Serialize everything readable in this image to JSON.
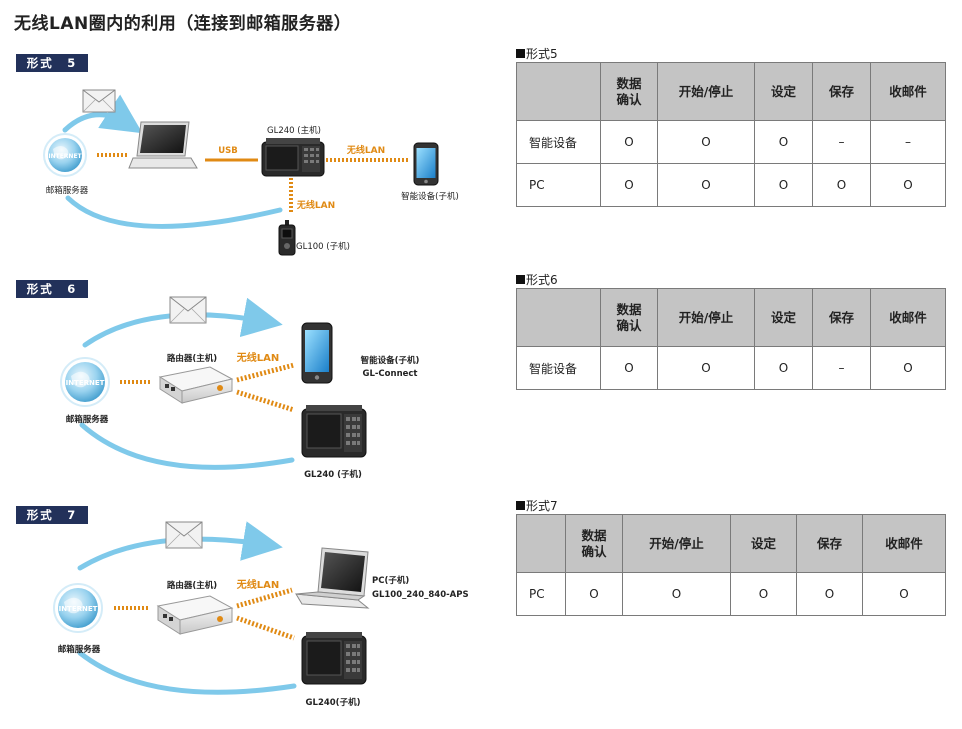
{
  "page_title": "无线LAN圈内的利用（连接到邮箱服务器）",
  "modes": [
    {
      "badge": "形式　5",
      "labels": {
        "mail_server": "邮箱服务器",
        "internet": "INTERNET",
        "usb": "USB",
        "host": "GL240 (主机)",
        "wlan_top": "无线LAN",
        "wlan_bottom": "无线LAN",
        "smart_device": "智能设备(子机)",
        "gl100": "GL100 (子机)"
      }
    },
    {
      "badge": "形式　6",
      "labels": {
        "mail_server": "邮箱服务器",
        "internet": "INTERNET",
        "router": "路由器(主机)",
        "wlan": "无线LAN",
        "smart_device": "智能设备(子机)",
        "smart_device_app": "GL-Connect",
        "gl240": "GL240 (子机)"
      }
    },
    {
      "badge": "形式　7",
      "labels": {
        "mail_server": "邮箱服务器",
        "internet": "INTERNET",
        "router": "路由器(主机)",
        "wlan": "无线LAN",
        "pc": "PC(子机)",
        "pc_app": "GL100_240_840-APS",
        "gl240": "GL240(子机)"
      }
    }
  ],
  "tables": [
    {
      "caption": "形式5",
      "headers": [
        "",
        "数据\n确认",
        "开始/停止",
        "设定",
        "保存",
        "收邮件"
      ],
      "rows": [
        [
          "智能设备",
          "O",
          "O",
          "O",
          "–",
          "–"
        ],
        [
          "PC",
          "O",
          "O",
          "O",
          "O",
          "O"
        ]
      ]
    },
    {
      "caption": "形式6",
      "headers": [
        "",
        "数据\n确认",
        "开始/停止",
        "设定",
        "保存",
        "收邮件"
      ],
      "rows": [
        [
          "智能设备",
          "O",
          "O",
          "O",
          "–",
          "O"
        ]
      ]
    },
    {
      "caption": "形式7",
      "headers": [
        "",
        "数据\n确认",
        "开始/停止",
        "设定",
        "保存",
        "收邮件"
      ],
      "rows": [
        [
          "PC",
          "O",
          "O",
          "O",
          "O",
          "O"
        ]
      ]
    }
  ],
  "colors": {
    "badge_bg": "#22315a",
    "arc_blue": "#7fc9ea",
    "wlan_orange": "#e08a14",
    "usb_orange": "#e08a14",
    "table_header_bg": "#c4c4c4"
  },
  "icons": [
    "envelope-icon",
    "globe-icon",
    "laptop-icon",
    "data-logger-icon",
    "smartphone-icon",
    "handheld-logger-icon",
    "router-icon"
  ]
}
